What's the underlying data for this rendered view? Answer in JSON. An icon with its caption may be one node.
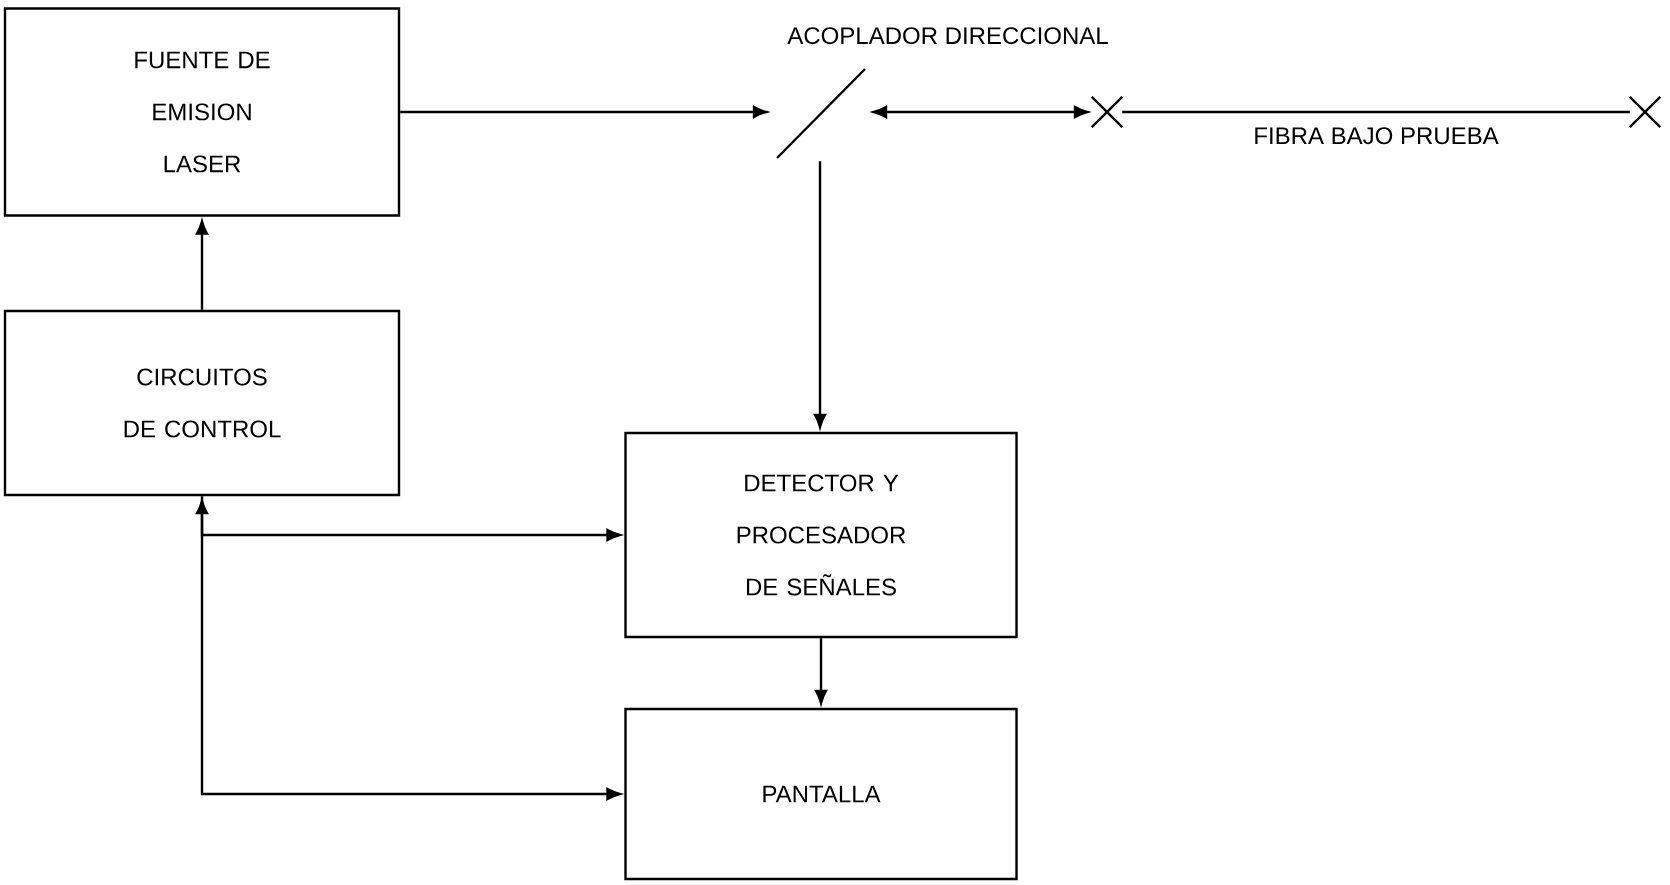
{
  "diagram": {
    "nodes": [
      {
        "text": [
          "FUENTE DE EMISION LASER"
        ]
      },
      {
        "text": [
          "CIRCUITOS DE CONTROL"
        ]
      },
      {
        "text": [
          "DETECTOR Y PROCESADOR DE SEÑALES"
        ]
      },
      {
        "text": [
          "PANTALLA"
        ]
      },
      {
        "text": [],
        "shape": "line"
      },
      {
        "text": [],
        "shape": "cross"
      },
      {
        "text": [],
        "shape": "cross"
      }
    ],
    "edges": [
      {
        "from": 0,
        "to": 4,
        "arrow": "to"
      },
      {
        "from": 4,
        "to": 5,
        "arrow": "both"
      },
      {
        "from": 4,
        "to": 2,
        "arrow": "to"
      },
      {
        "from": 1,
        "to": 0,
        "arrow": "to"
      },
      {
        "from": 1,
        "to": 2,
        "arrow": "to"
      },
      {
        "from": 1,
        "to": 3,
        "arrow": "both"
      },
      {
        "from": 2,
        "to": 3,
        "arrow": "to"
      },
      {
        "from": 5,
        "to": 6,
        "arrow": "none",
        "label": "FIBRA BAJO PRUEBA"
      }
    ],
    "labels": [
      "ACOPLADOR DIRECCIONAL"
    ]
  }
}
